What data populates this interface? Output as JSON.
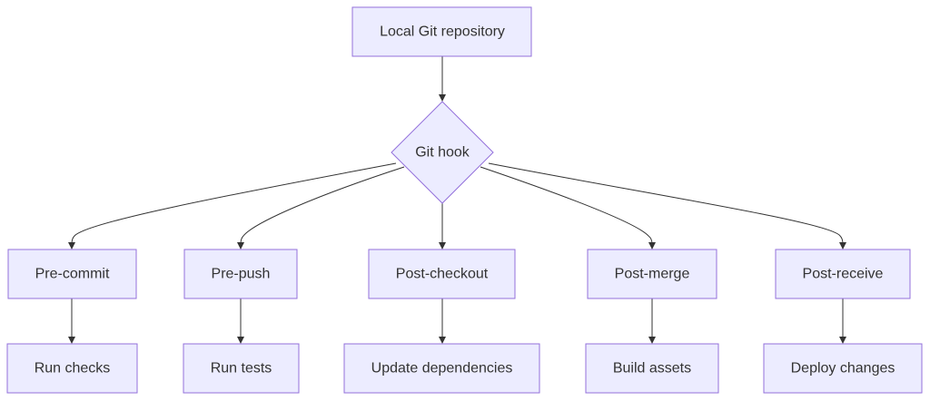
{
  "diagram": {
    "root": {
      "label": "Local Git repository"
    },
    "decision": {
      "label": "Git hook"
    },
    "hooks": [
      {
        "label": "Pre-commit"
      },
      {
        "label": "Pre-push"
      },
      {
        "label": "Post-checkout"
      },
      {
        "label": "Post-merge"
      },
      {
        "label": "Post-receive"
      }
    ],
    "actions": [
      {
        "label": "Run checks"
      },
      {
        "label": "Run tests"
      },
      {
        "label": "Update dependencies"
      },
      {
        "label": "Build assets"
      },
      {
        "label": "Deploy changes"
      }
    ],
    "colors": {
      "node_fill": "#ECECFF",
      "node_stroke": "#9370DB",
      "edge": "#333333",
      "text": "#333333"
    }
  }
}
